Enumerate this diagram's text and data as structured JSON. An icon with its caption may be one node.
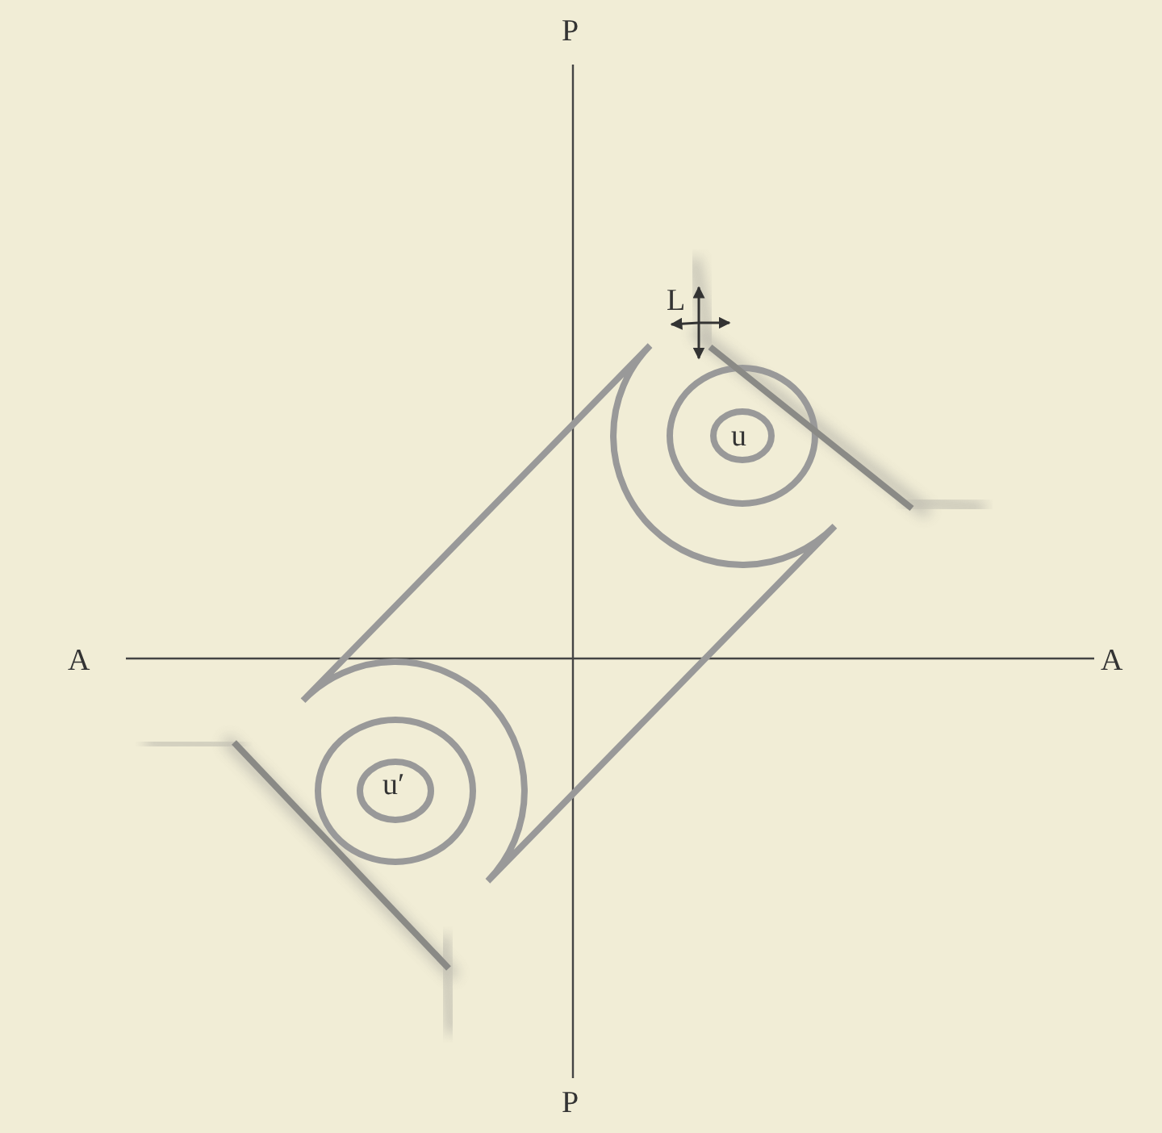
{
  "diagram": {
    "labels": [
      "P",
      "L",
      "u",
      "A",
      "A",
      "u′",
      "P"
    ]
  }
}
